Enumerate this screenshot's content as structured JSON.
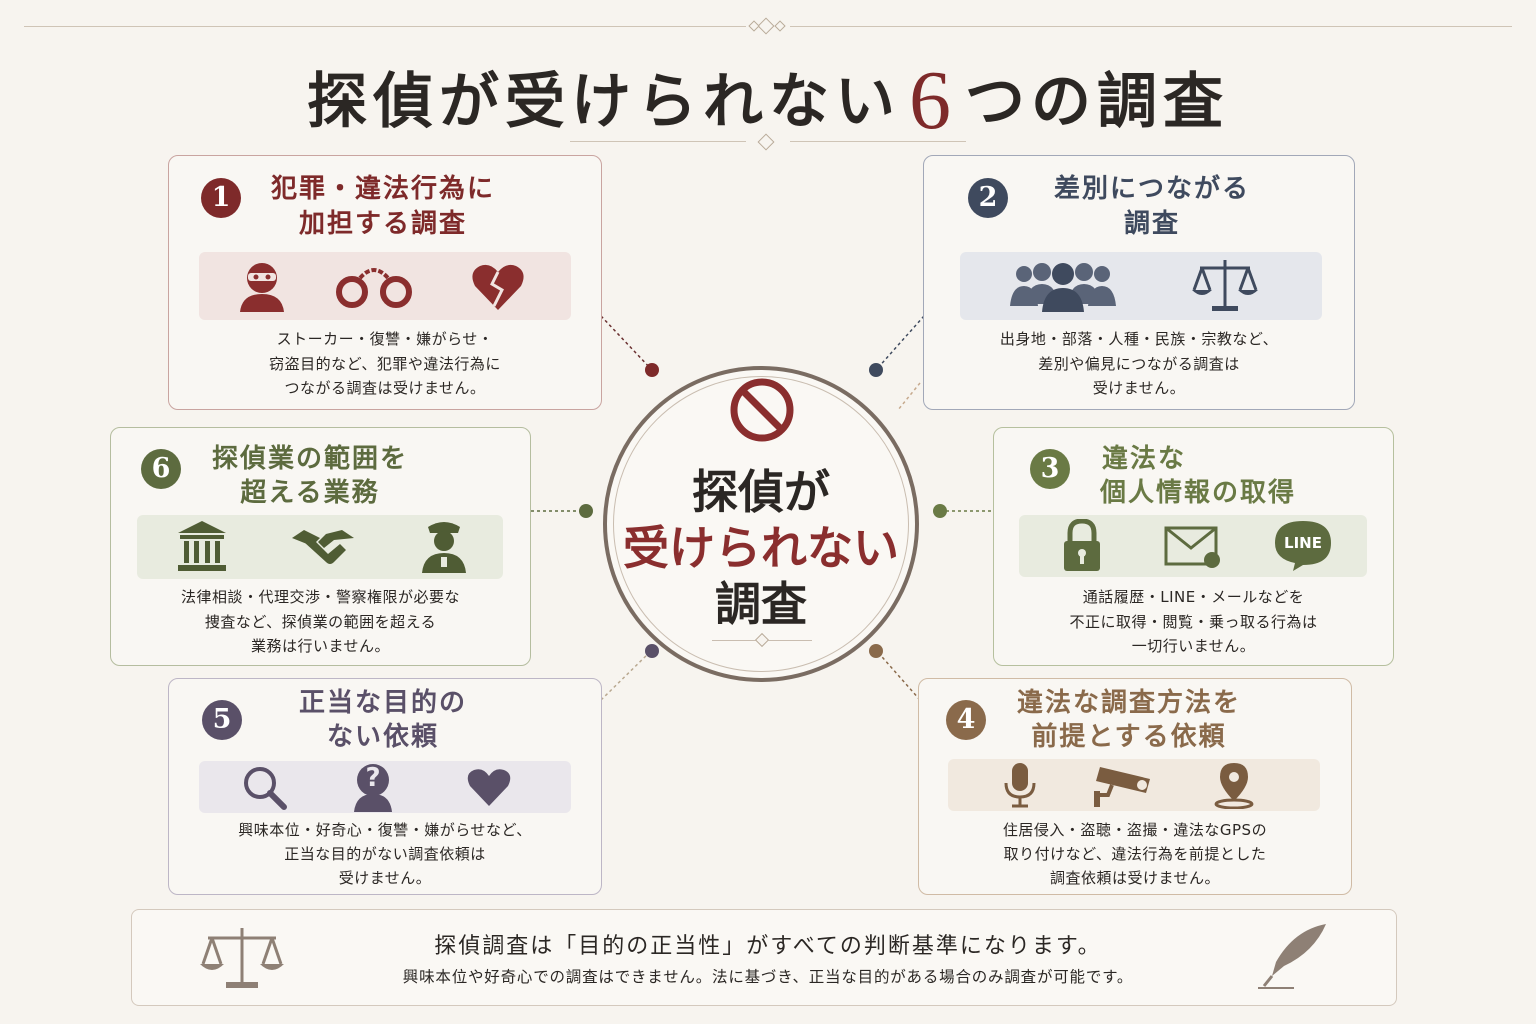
{
  "title": {
    "before": "探偵が受けられない",
    "number": "6",
    "after": "つの調査"
  },
  "center": {
    "line1": "探偵が",
    "line2": "受けられない",
    "line3": "調査"
  },
  "cards": [
    {
      "number": "1",
      "title_line1": "犯罪・違法行為に",
      "title_line2": "加担する調査",
      "icons": [
        "masked-criminal-icon",
        "handcuffs-icon",
        "broken-heart-icon"
      ],
      "desc_line1": "ストーカー・復讐・嫌がらせ・",
      "desc_line2": "窃盗目的など、犯罪や違法行為に",
      "desc_line3": "つながる調査は受けません。",
      "color": "#7e2a2a"
    },
    {
      "number": "2",
      "title_line1": "差別につながる",
      "title_line2": "調査",
      "icons": [
        "people-group-icon",
        "scales-icon"
      ],
      "desc_line1": "出身地・部落・人種・民族・宗教など、",
      "desc_line2": "差別や偏見につながる調査は",
      "desc_line3": "受けません。",
      "color": "#3f4a5e"
    },
    {
      "number": "3",
      "title_line1": "違法な",
      "title_line2": "個人情報の取得",
      "icons": [
        "padlock-icon",
        "envelope-icon",
        "line-app-icon"
      ],
      "line_badge": "LINE",
      "desc_line1": "通話履歴・LINE・メールなどを",
      "desc_line2": "不正に取得・閲覧・乗っ取る行為は",
      "desc_line3": "一切行いません。",
      "color": "#6a7a45"
    },
    {
      "number": "4",
      "title_line1": "違法な調査方法を",
      "title_line2": "前提とする依頼",
      "icons": [
        "microphone-icon",
        "security-camera-icon",
        "location-pin-icon"
      ],
      "desc_line1": "住居侵入・盗聴・盗撮・違法なGPSの",
      "desc_line2": "取り付けなど、違法行為を前提とした",
      "desc_line3": "調査依頼は受けません。",
      "color": "#8a6a4b"
    },
    {
      "number": "5",
      "title_line1": "正当な目的の",
      "title_line2": "ない依頼",
      "icons": [
        "magnifier-icon",
        "question-person-icon",
        "heart-icon"
      ],
      "desc_line1": "興味本位・好奇心・復讐・嫌がらせなど、",
      "desc_line2": "正当な目的がない調査依頼は",
      "desc_line3": "受けません。",
      "color": "#5a5068"
    },
    {
      "number": "6",
      "title_line1": "探偵業の範囲を",
      "title_line2": "超える業務",
      "icons": [
        "courthouse-icon",
        "handshake-icon",
        "police-officer-icon"
      ],
      "desc_line1": "法律相談・代理交渉・警察権限が必要な",
      "desc_line2": "捜査など、探偵業の範囲を超える",
      "desc_line3": "業務は行いません。",
      "color": "#5d6b3f"
    }
  ],
  "bottom": {
    "line1": "探偵調査は「目的の正当性」がすべての判断基準になります。",
    "line2": "興味本位や好奇心での調査はできません。法に基づき、正当な目的がある場合のみ調査が可能です。"
  }
}
